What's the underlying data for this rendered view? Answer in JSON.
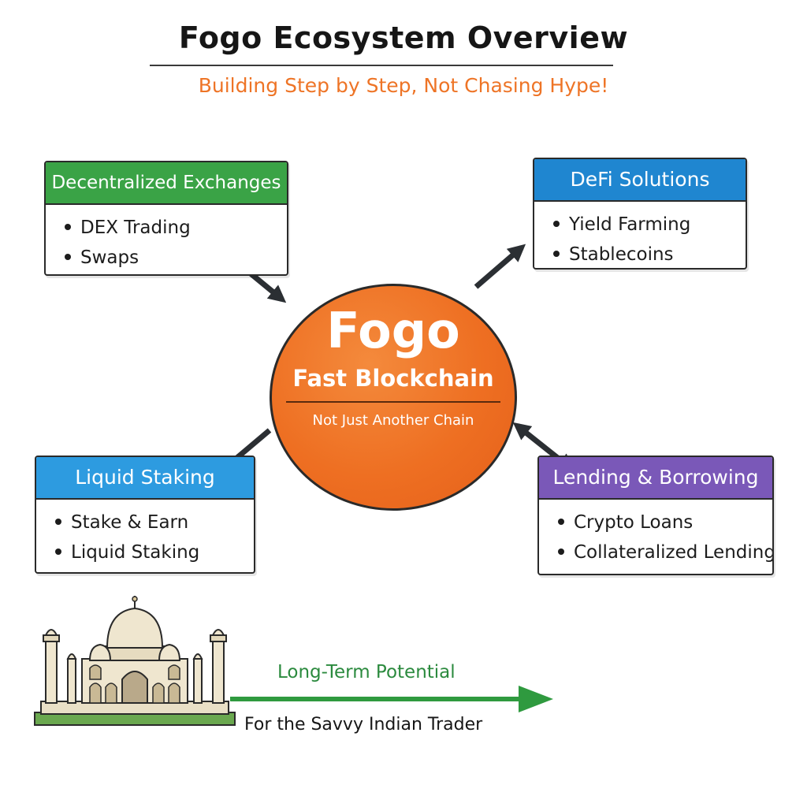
{
  "header": {
    "title": "Fogo Ecosystem Overview",
    "subtitle": "Building Step by Step, Not Chasing Hype!"
  },
  "hub": {
    "name": "Fogo",
    "subtitle": "Fast Blockchain",
    "tagline": "Not Just Another Chain",
    "color": "#ee6f22"
  },
  "cards": {
    "dex": {
      "title": "Decentralized Exchanges",
      "color": "#3aa346",
      "items": [
        "DEX Trading",
        "Swaps"
      ]
    },
    "defi": {
      "title": "DeFi Solutions",
      "color": "#1f86d0",
      "items": [
        "Yield Farming",
        "Stablecoins"
      ]
    },
    "staking": {
      "title": "Liquid Staking",
      "color": "#2d9be0",
      "items": [
        "Stake & Earn",
        "Liquid Staking"
      ]
    },
    "lending": {
      "title": "Lending & Borrowing",
      "color": "#7a58b8",
      "items": [
        "Crypto Loans",
        "Collateralized Lending"
      ]
    }
  },
  "footer": {
    "label": "Long-Term Potential",
    "caption": "For the Savvy Indian Trader",
    "arrow_color": "#2f9a3f",
    "illustration": "taj-mahal-icon"
  }
}
